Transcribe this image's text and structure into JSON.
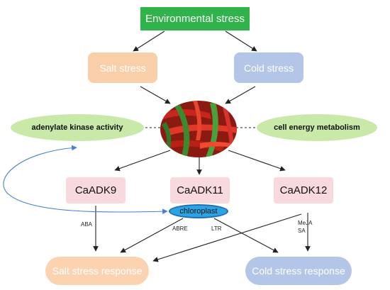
{
  "nodes": {
    "environmental_stress": "Environmental stress",
    "salt_stress": "Salt stress",
    "cold_stress": "Cold stress",
    "adenylate_kinase_activity": "adenylate kinase activity",
    "cell_energy_metabolism": "cell energy metabolism",
    "caadk9": "CaADK9",
    "caadk11": "CaADK11",
    "caadk12": "CaADK12",
    "chloroplast": "chloroplast",
    "salt_stress_response": "Salt stress response",
    "cold_stress_response": "Cold stress response"
  },
  "edge_labels": {
    "aba": "ABA",
    "abre": "ABRE",
    "ltr": "LTR",
    "meja": "MeJA",
    "sa": "SA"
  },
  "colors": {
    "environmental_stress": "#2fb34a",
    "salt": "#f9cfaa",
    "cold": "#b4c6e7",
    "activity_pill": "#c9e9a8",
    "gene_box": "#f8d9dd",
    "chloroplast": "#29a5e3",
    "feedback_arrow": "#4a7fd4"
  },
  "image": {
    "icon": "chili-pepper-photo-icon"
  }
}
